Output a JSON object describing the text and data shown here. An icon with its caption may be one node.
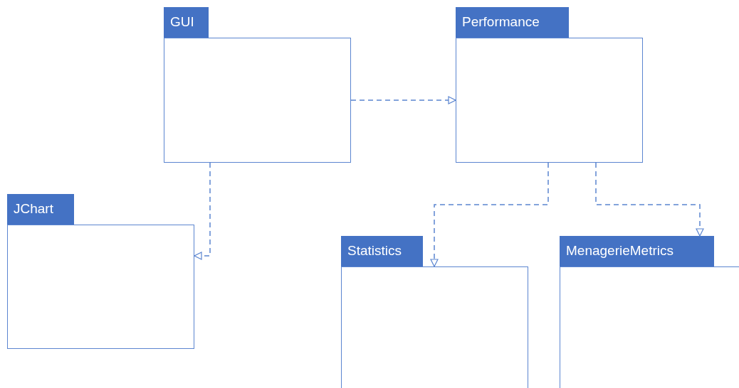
{
  "diagram": {
    "nodes": [
      {
        "text": [
          "GUI"
        ]
      },
      {
        "text": [
          "Performance"
        ]
      },
      {
        "text": [
          "JChart"
        ]
      },
      {
        "text": [
          "Statistics"
        ]
      },
      {
        "text": [
          "MenagerieMetrics"
        ]
      }
    ],
    "edges": [
      {
        "from": 0,
        "to": 1,
        "arrow": "to",
        "style": "dashed"
      },
      {
        "from": 0,
        "to": 2,
        "arrow": "to",
        "style": "dashed"
      },
      {
        "from": 1,
        "to": 3,
        "arrow": "to",
        "style": "dashed"
      },
      {
        "from": 1,
        "to": 4,
        "arrow": "to",
        "style": "dashed"
      }
    ]
  }
}
